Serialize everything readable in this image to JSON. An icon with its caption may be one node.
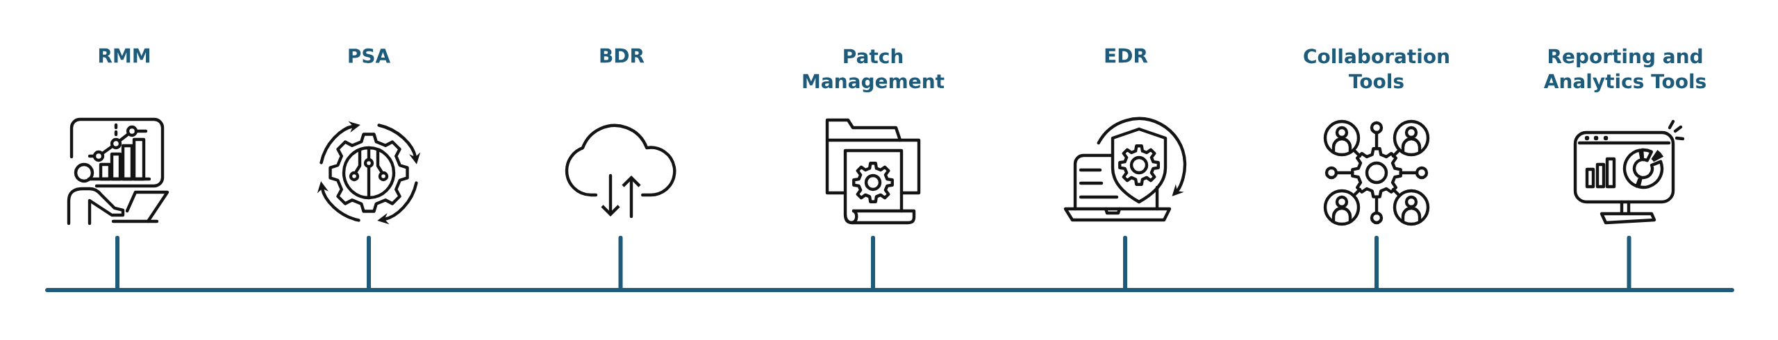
{
  "diagram": {
    "nodes": [
      {
        "text": [],
        "shape": "picture",
        "beside": [
          "RMM"
        ]
      },
      {
        "text": [],
        "shape": "picture",
        "beside": [
          "PSA"
        ]
      },
      {
        "text": [],
        "shape": "picture",
        "beside": [
          "BDR"
        ]
      },
      {
        "text": [],
        "shape": "picture",
        "beside": [
          "Patch Management"
        ]
      },
      {
        "text": [],
        "shape": "picture",
        "beside": [
          "EDR"
        ]
      },
      {
        "text": [],
        "shape": "picture",
        "beside": [
          "Collaboration Tools"
        ]
      },
      {
        "text": [],
        "shape": "picture",
        "beside": [
          "Reporting and Analytics Tools"
        ]
      },
      {
        "text": [],
        "shape": "bar"
      }
    ],
    "edges": [
      {
        "from": 0,
        "to": 7,
        "arrow": "none"
      },
      {
        "from": 1,
        "to": 7,
        "arrow": "none"
      },
      {
        "from": 2,
        "to": 7,
        "arrow": "none"
      },
      {
        "from": 3,
        "to": 7,
        "arrow": "none"
      },
      {
        "from": 4,
        "to": 7,
        "arrow": "none"
      },
      {
        "from": 5,
        "to": 7,
        "arrow": "none"
      },
      {
        "from": 6,
        "to": 7,
        "arrow": "none"
      }
    ]
  }
}
